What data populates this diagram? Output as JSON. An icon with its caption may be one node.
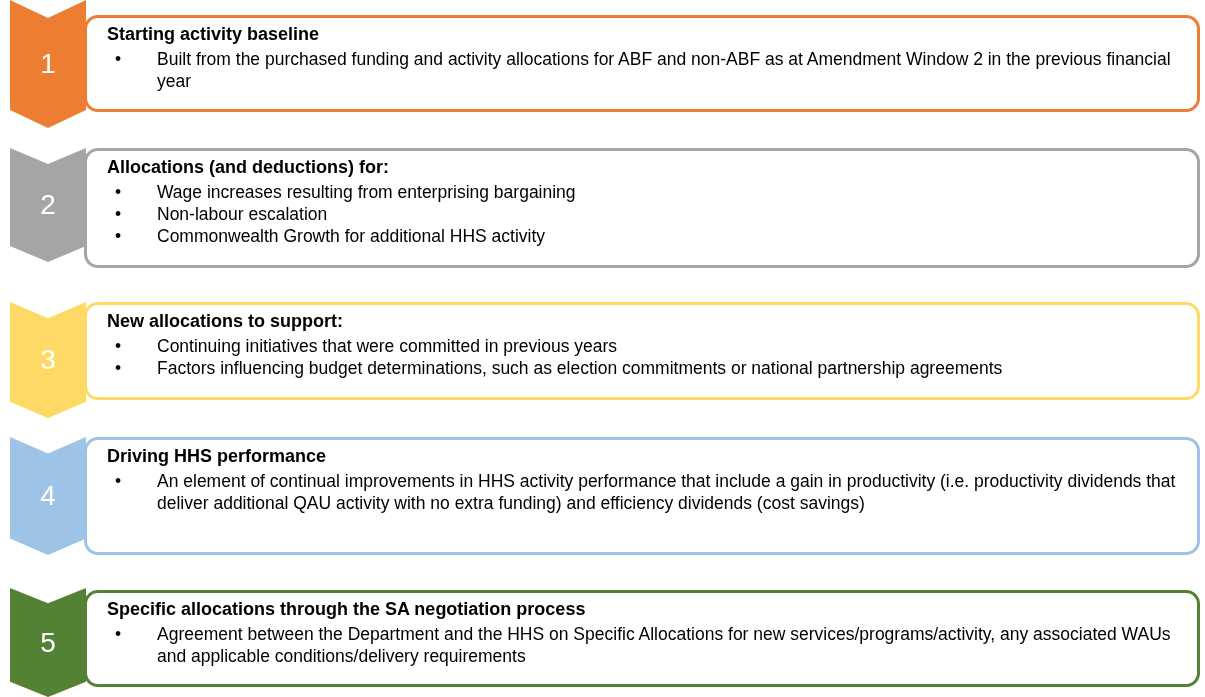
{
  "diagram": {
    "nodes": [
      {
        "text": [
          "1"
        ]
      },
      {
        "text": [
          "Starting activity baseline",
          "Built from the purchased funding and activity allocations for ABF and non-ABF as at Amendment Window 2 in the previous financial year"
        ]
      },
      {
        "text": [
          "2"
        ]
      },
      {
        "text": [
          "Allocations (and deductions) for:",
          "Wage increases resulting from enterprising bargaining",
          "Non-labour escalation",
          "Commonwealth Growth for additional HHS activity"
        ]
      },
      {
        "text": [
          "3"
        ]
      },
      {
        "text": [
          "New allocations to support:",
          "Continuing initiatives that were committed in previous years",
          "Factors influencing budget determinations, such as election commitments or national partnership agreements"
        ]
      },
      {
        "text": [
          "4"
        ]
      },
      {
        "text": [
          "Driving HHS performance",
          "An element of continual improvements in HHS activity performance that include a gain in productivity (i.e. productivity dividends that deliver additional QAU activity with no extra funding) and efficiency dividends (cost savings)"
        ]
      },
      {
        "text": [
          "5"
        ]
      },
      {
        "text": [
          "Specific allocations through the SA negotiation process",
          "Agreement between the Department and the HHS on Specific Allocations for new services/programs/activity, any associated WAUs and applicable conditions/delivery requirements"
        ]
      }
    ],
    "labels": [
      "•",
      "•",
      "•",
      "•",
      "•",
      "•",
      "•",
      "•"
    ]
  }
}
